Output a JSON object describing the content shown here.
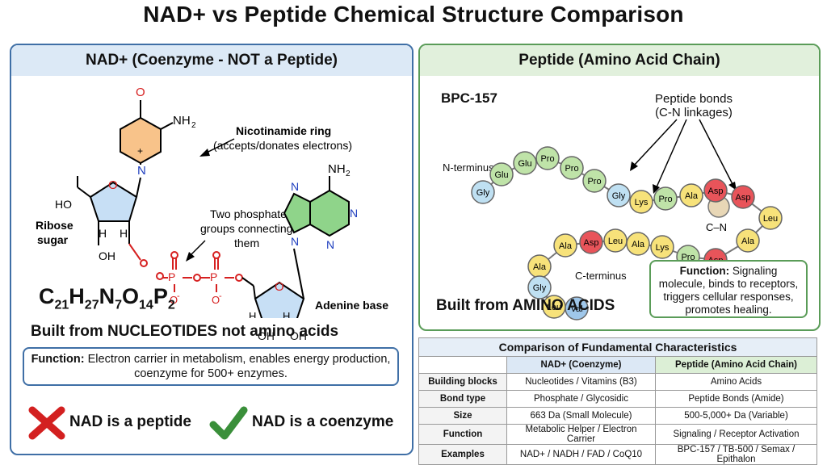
{
  "title": "NAD+ vs Peptide Chemical Structure Comparison",
  "left": {
    "heading": "NAD+ (Coenzyme - NOT a Peptide)",
    "nicotinamide_label": "Nicotinamide ring",
    "nicotinamide_note": "(accepts/donates electrons)",
    "ribose_label_1": "Ribose",
    "ribose_label_2": "sugar",
    "phosphate_1": "Two phosphate",
    "phosphate_2": "groups connecting",
    "phosphate_3": "them",
    "adenine_label": "Adenine base",
    "formula": {
      "c": "C",
      "c_n": "21",
      "h": "H",
      "h_n": "27",
      "n": "N",
      "n_n": "7",
      "o": "O",
      "o_n": "14",
      "p": "P",
      "p_n": "2"
    },
    "built_from": "Built from NUCLEOTIDES not amino acids",
    "function_label": "Function:",
    "function_text": "Electron carrier in metabolism, enables energy production, coenzyme for 500+ enzymes.",
    "wrong_claim": "NAD is a peptide",
    "right_claim": "NAD is a coenzyme",
    "atoms": {
      "o": "O",
      "nh2": "NH",
      "two": "2",
      "plus": "+",
      "n": "N",
      "ho": "HO",
      "h": "H",
      "oh": "OH",
      "p": "P",
      "ominus": "O",
      "minus": "-"
    }
  },
  "right": {
    "heading": "Peptide (Amino Acid Chain)",
    "peptide_name": "BPC-157",
    "bonds_label_1": "Peptide bonds",
    "bonds_label_2": "(C-N linkages)",
    "n_terminus": "N-terminus",
    "c_terminus": "C-terminus",
    "cn_label": "C–N",
    "built_from": "Built from AMINO ACIDS",
    "function_label": "Function:",
    "function_text": "Signaling molecule, binds to receptors, triggers cellular responses, promotes healing.",
    "residues": [
      "Gly",
      "Glu",
      "Glu",
      "Pro",
      "Pro",
      "Pro",
      "Gly",
      "Lys",
      "Pro",
      "Ala",
      "Asp",
      "Asp",
      "Leu",
      "Ala",
      "Asp",
      "Pro",
      "Lys",
      "Ala",
      "Leu",
      "Asp",
      "Ala",
      "Ala",
      "Gly",
      "Leu",
      "Val"
    ]
  },
  "table": {
    "caption": "Comparison of Fundamental Characteristics",
    "col1": "NAD+ (Coenzyme)",
    "col2": "Peptide (Amino Acid Chain)",
    "rows": [
      {
        "label": "Building blocks",
        "nad": "Nucleotides / Vitamins (B3)",
        "peptide": "Amino Acids"
      },
      {
        "label": "Bond type",
        "nad": "Phosphate / Glycosidic",
        "peptide": "Peptide Bonds (Amide)"
      },
      {
        "label": "Size",
        "nad": "663 Da (Small Molecule)",
        "peptide": "500-5,000+ Da (Variable)"
      },
      {
        "label": "Function",
        "nad": "Metabolic Helper / Electron Carrier",
        "peptide": "Signaling / Receptor Activation"
      },
      {
        "label": "Examples",
        "nad": "NAD+ / NADH / FAD / CoQ10",
        "peptide": "BPC-157 / TB-500 / Semax / Epithalon"
      }
    ]
  },
  "colors": {
    "gly": "#bfe0f2",
    "glu": "#bfe3a8",
    "pro": "#bfe3a8",
    "lys": "#f7e27a",
    "ala": "#f7e27a",
    "asp": "#e8545a",
    "leu": "#f7e27a",
    "val": "#9fc7ea",
    "phosphate": "#e31a1c",
    "nitrogen_ring": "#7cc576",
    "ribose": "#c7dff5"
  }
}
